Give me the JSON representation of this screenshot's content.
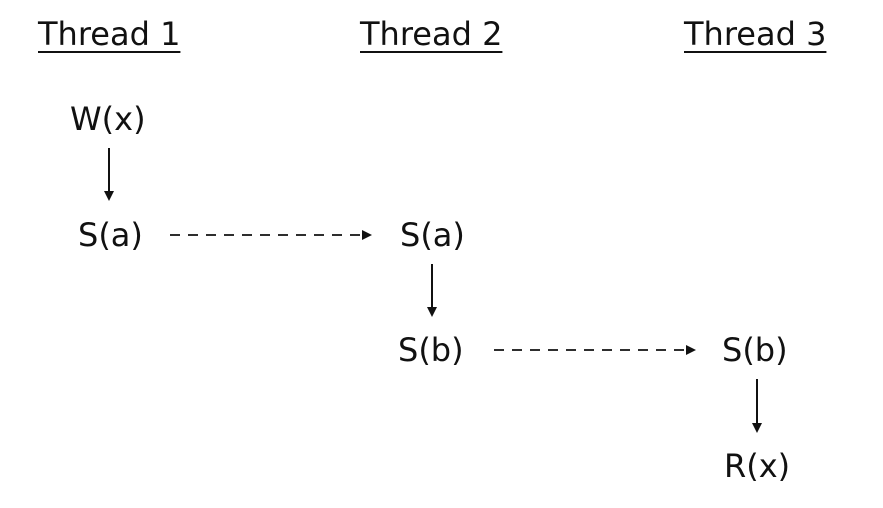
{
  "threads": [
    {
      "label": "Thread 1"
    },
    {
      "label": "Thread 2"
    },
    {
      "label": "Thread 3"
    }
  ],
  "nodes": {
    "t1_write": "W(x)",
    "t1_sync_a": "S(a)",
    "t2_sync_a": "S(a)",
    "t2_sync_b": "S(b)",
    "t3_sync_b": "S(b)",
    "t3_read": "R(x)"
  },
  "edges": [
    {
      "from": "t1_write",
      "to": "t1_sync_a",
      "style": "solid"
    },
    {
      "from": "t1_sync_a",
      "to": "t2_sync_a",
      "style": "dashed"
    },
    {
      "from": "t2_sync_a",
      "to": "t2_sync_b",
      "style": "solid"
    },
    {
      "from": "t2_sync_b",
      "to": "t3_sync_b",
      "style": "dashed"
    },
    {
      "from": "t3_sync_b",
      "to": "t3_read",
      "style": "solid"
    }
  ],
  "colors": {
    "ink": "#111111",
    "background": "#ffffff"
  }
}
